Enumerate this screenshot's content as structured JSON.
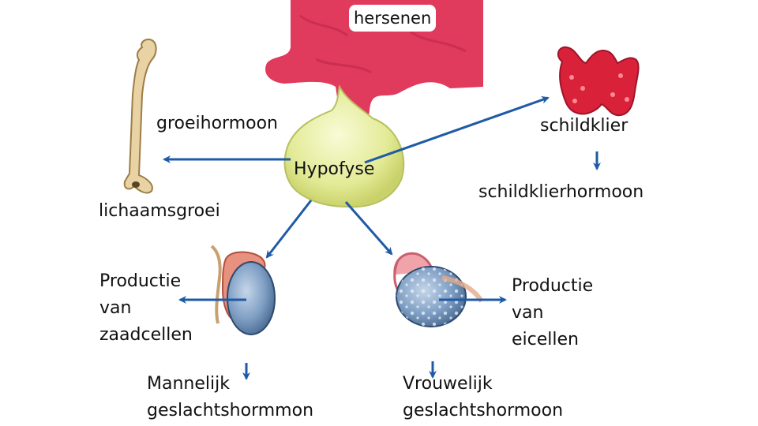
{
  "labels": {
    "hersenen": "hersenen",
    "groeihormoon": "groeihormoon",
    "schildklier": "schildklier",
    "hypofyse": "Hypofyse",
    "schildklierhormoon": "schildklierhormoon",
    "lichaamsgroei": "lichaamsgroei",
    "zaadcellen": [
      "Productie",
      "van",
      "zaadcellen"
    ],
    "eicellen": [
      "Productie",
      "van",
      "eicellen"
    ],
    "mannelijk": [
      "Mannelijk",
      "geslachtshormmon"
    ],
    "vrouwelijk": [
      "Vrouwelijk",
      "geslachtshormoon"
    ]
  },
  "colors": {
    "arrow": "#1f5aa6",
    "brain": "#e03a5c",
    "pituitary": "#e6eca0",
    "thyroid": "#d9213a",
    "bone": "#e9d2a3",
    "gonad": "#6e8fb3",
    "tube": "#e8917e"
  },
  "icons": [
    "brain-illustration",
    "pituitary-gland",
    "thyroid-gland",
    "bone-illustration",
    "testis-illustration",
    "ovary-illustration"
  ]
}
